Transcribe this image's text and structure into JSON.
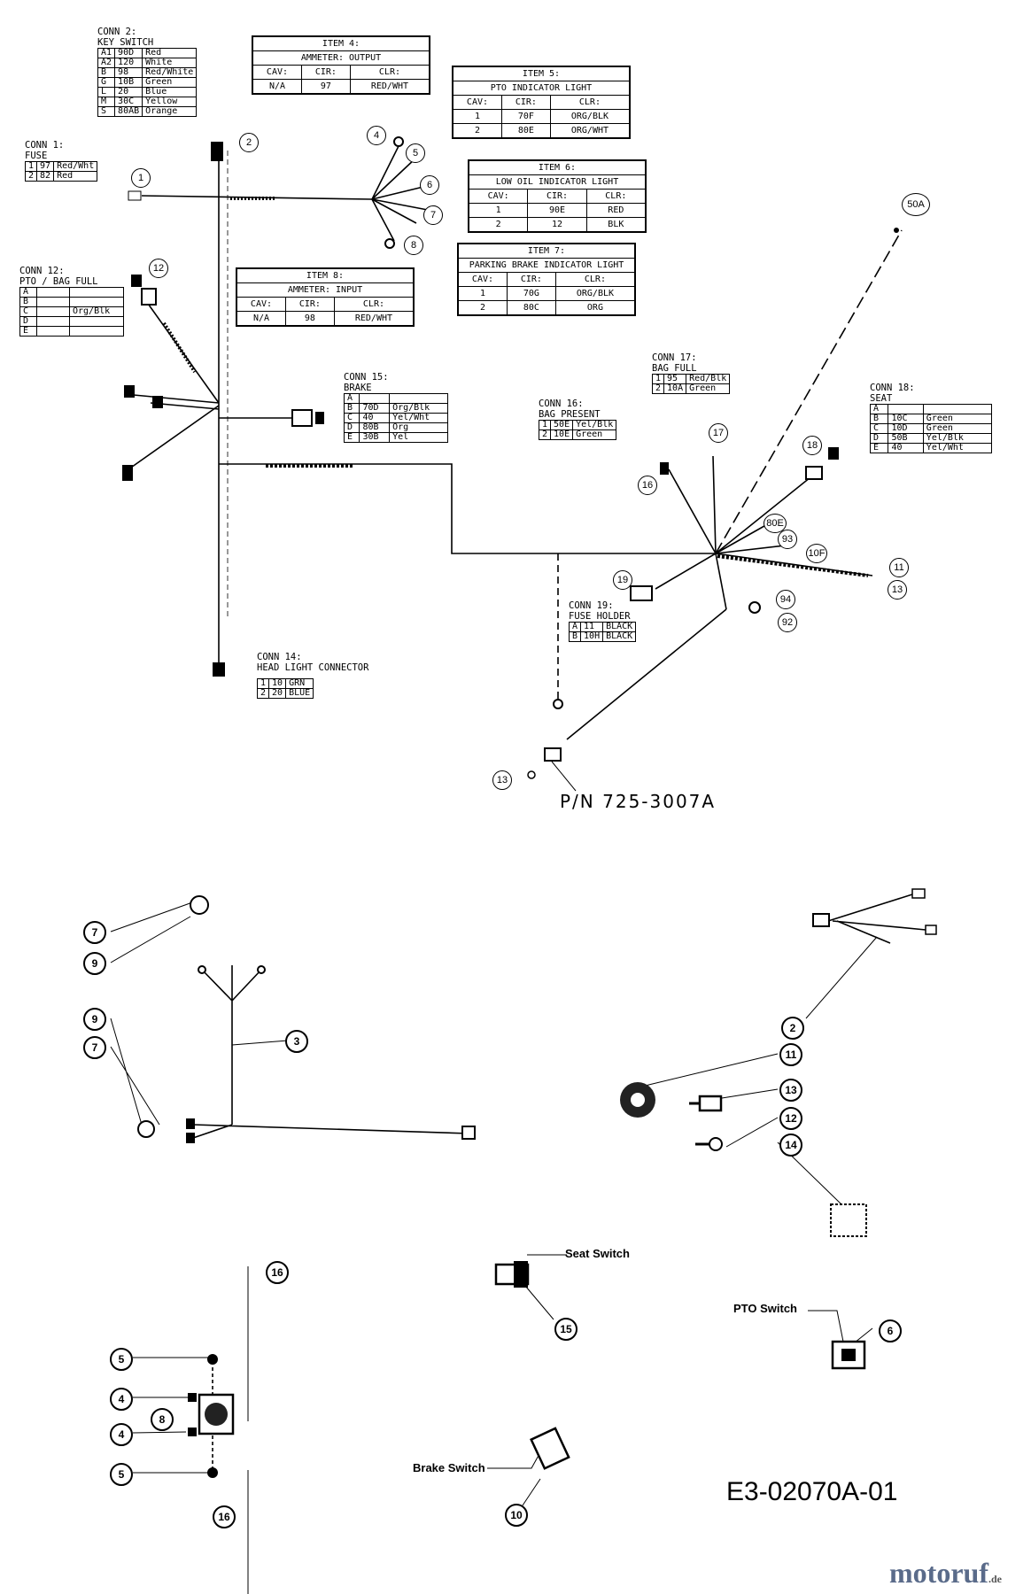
{
  "conn2": {
    "title": "CONN 2:",
    "subtitle": "KEY SWITCH",
    "rows": [
      [
        "A1",
        "90D",
        "Red"
      ],
      [
        "A2",
        "120",
        "White"
      ],
      [
        "B",
        "98",
        "Red/White"
      ],
      [
        "G",
        "10B",
        "Green"
      ],
      [
        "L",
        "20",
        "Blue"
      ],
      [
        "M",
        "30C",
        "Yellow"
      ],
      [
        "S",
        "80AB",
        "Orange"
      ]
    ]
  },
  "conn1": {
    "title": "CONN 1:",
    "subtitle": "FUSE",
    "rows": [
      [
        "1",
        "97",
        "Red/Wht"
      ],
      [
        "2",
        "82",
        "Red"
      ]
    ]
  },
  "conn12": {
    "title": "CONN 12:",
    "subtitle": "PTO / BAG FULL",
    "rows": [
      [
        "A",
        ""
      ],
      [
        "B",
        ""
      ],
      [
        "C",
        "Org/Blk"
      ],
      [
        "D",
        ""
      ],
      [
        "E",
        ""
      ]
    ]
  },
  "conn15": {
    "title": "CONN 15:",
    "subtitle": "BRAKE",
    "rows": [
      [
        "A",
        "",
        ""
      ],
      [
        "B",
        "70D",
        "Org/Blk"
      ],
      [
        "C",
        "40",
        "Yel/Wht"
      ],
      [
        "D",
        "80B",
        "Org"
      ],
      [
        "E",
        "30B",
        "Yel"
      ]
    ]
  },
  "conn14": {
    "title": "CONN 14:",
    "subtitle": "HEAD LIGHT CONNECTOR",
    "rows": [
      [
        "1",
        "10",
        "GRN"
      ],
      [
        "2",
        "20",
        "BLUE"
      ]
    ]
  },
  "conn16": {
    "title": "CONN 16:",
    "subtitle": "BAG PRESENT",
    "rows": [
      [
        "1",
        "50E",
        "Yel/Blk"
      ],
      [
        "2",
        "10E",
        "Green"
      ]
    ]
  },
  "conn17": {
    "title": "CONN 17:",
    "subtitle": "BAG FULL",
    "rows": [
      [
        "1",
        "95",
        "Red/Blk"
      ],
      [
        "2",
        "10A",
        "Green"
      ]
    ]
  },
  "conn18": {
    "title": "CONN 18:",
    "subtitle": "SEAT",
    "rows": [
      [
        "A",
        "",
        ""
      ],
      [
        "B",
        "10C",
        "Green"
      ],
      [
        "C",
        "10D",
        "Green"
      ],
      [
        "D",
        "50B",
        "Yel/Blk"
      ],
      [
        "E",
        "40",
        "Yel/Wht"
      ]
    ]
  },
  "conn19": {
    "title": "CONN 19:",
    "subtitle": "FUSE HOLDER",
    "rows": [
      [
        "A",
        "11",
        "BLACK"
      ],
      [
        "B",
        "10H",
        "BLACK"
      ]
    ]
  },
  "item4": {
    "title": "ITEM 4:",
    "subtitle": "AMMETER: OUTPUT",
    "headers": [
      "CAV:",
      "CIR:",
      "CLR:"
    ],
    "rows": [
      [
        "N/A",
        "97",
        "RED/WHT"
      ]
    ]
  },
  "item8": {
    "title": "ITEM 8:",
    "subtitle": "AMMETER: INPUT",
    "headers": [
      "CAV:",
      "CIR:",
      "CLR:"
    ],
    "rows": [
      [
        "N/A",
        "98",
        "RED/WHT"
      ]
    ]
  },
  "item5": {
    "title": "ITEM 5:",
    "subtitle": "PTO INDICATOR LIGHT",
    "headers": [
      "CAV:",
      "CIR:",
      "CLR:"
    ],
    "rows": [
      [
        "1",
        "70F",
        "ORG/BLK"
      ],
      [
        "2",
        "80E",
        "ORG/WHT"
      ]
    ]
  },
  "item6": {
    "title": "ITEM 6:",
    "subtitle": "LOW OIL INDICATOR LIGHT",
    "headers": [
      "CAV:",
      "CIR:",
      "CLR:"
    ],
    "rows": [
      [
        "1",
        "90E",
        "RED"
      ],
      [
        "2",
        "12",
        "BLK"
      ]
    ]
  },
  "item7": {
    "title": "ITEM 7:",
    "subtitle": "PARKING BRAKE INDICATOR LIGHT",
    "headers": [
      "CAV:",
      "CIR:",
      "CLR:"
    ],
    "rows": [
      [
        "1",
        "70G",
        "ORG/BLK"
      ],
      [
        "2",
        "80C",
        "ORG"
      ]
    ]
  },
  "callouts_top": [
    "1",
    "2",
    "4",
    "5",
    "6",
    "7",
    "8",
    "12",
    "50A",
    "17",
    "18",
    "16",
    "80E",
    "93",
    "10F",
    "11",
    "13",
    "19",
    "94",
    "92",
    "13"
  ],
  "callouts_bottom": [
    "7",
    "9",
    "9",
    "7",
    "3",
    "2",
    "11",
    "13",
    "12",
    "14",
    "15",
    "6",
    "16",
    "5",
    "4",
    "8",
    "4",
    "5",
    "16",
    "10"
  ],
  "labels": {
    "part_number": "P/N 725-3007A",
    "seat_switch": "Seat Switch",
    "pto_switch": "PTO Switch",
    "brake_switch": "Brake Switch",
    "drawing_code": "E3-02070A-01"
  },
  "brand": {
    "name": "motoruf",
    "suffix": ".de"
  }
}
